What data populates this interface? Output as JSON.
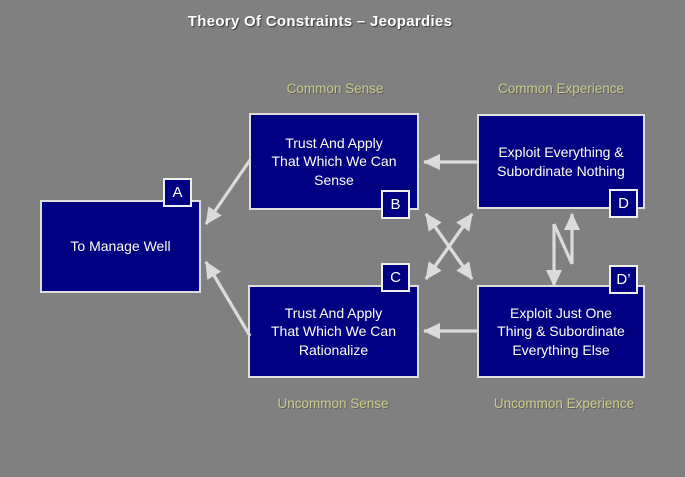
{
  "title": "Theory Of Constraints – Jeopardies",
  "quadrant_labels": {
    "top_left": "Common Sense",
    "top_right": "Common Experience",
    "bottom_left": "Uncommon Sense",
    "bottom_right": "Uncommon Experience"
  },
  "nodes": [
    {
      "id": "A",
      "tag": "A",
      "text": "To Manage Well"
    },
    {
      "id": "B",
      "tag": "B",
      "text": "Trust And Apply\nThat Which We Can\nSense"
    },
    {
      "id": "C",
      "tag": "C",
      "text": "Trust And Apply\nThat Which We Can\nRationalize"
    },
    {
      "id": "D",
      "tag": "D",
      "text": "Exploit Everything &\nSubordinate Nothing"
    },
    {
      "id": "D'",
      "tag": "D’",
      "text": "Exploit Just One\nThing & Subordinate\nEverything Else"
    }
  ],
  "relations": [
    "B to A",
    "C to A",
    "D to B",
    "D' to C",
    "B to-and-from D'",
    "C to-and-from D",
    "D to-and-from D'"
  ],
  "colors": {
    "background": "#808080",
    "box_fill": "#000082",
    "box_border": "#dfdfdf",
    "box_text": "#fffff0",
    "quadrant_label_text": "#cbcb8b",
    "title_text": "#ffffff",
    "arrow": "#dbdbdb"
  }
}
